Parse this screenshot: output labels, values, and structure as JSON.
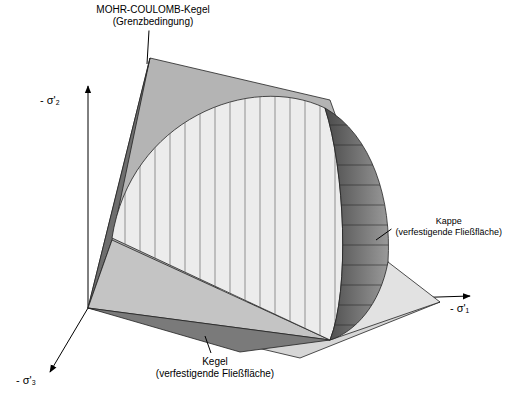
{
  "diagram": {
    "labels": [
      "MOHR-COULOMB-Kegel",
      "(Grenzbedingung)",
      "- σ'₂",
      "Kappe",
      "(verfestigende Fließfläche)",
      "- σ'₁",
      "- σ'₃",
      "Kegel",
      "(verfestigende Fließfläche)"
    ]
  }
}
